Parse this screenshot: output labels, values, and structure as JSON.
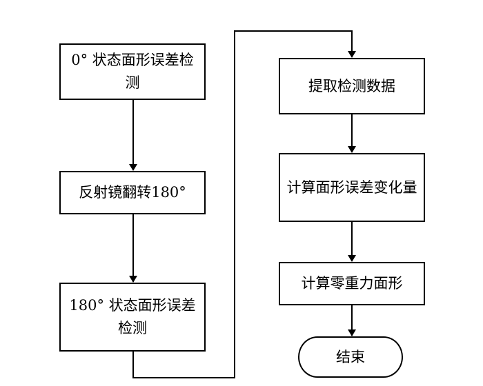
{
  "diagram": {
    "nodes": [
      {
        "id": "step-1",
        "text": "0° 状态面形误差检测",
        "shape": "rectangle"
      },
      {
        "id": "step-2",
        "text": "反射镜翻转180°",
        "shape": "rectangle"
      },
      {
        "id": "step-3",
        "text": "180° 状态面形误差检测",
        "shape": "rectangle"
      },
      {
        "id": "step-4",
        "text": "提取检测数据",
        "shape": "rectangle"
      },
      {
        "id": "step-5",
        "text": "计算面形误差变化量",
        "shape": "rectangle"
      },
      {
        "id": "step-6",
        "text": "计算零重力面形",
        "shape": "rectangle"
      },
      {
        "id": "step-7",
        "text": "结束",
        "shape": "terminal"
      }
    ],
    "edges": [
      {
        "from": "step-1",
        "to": "step-2"
      },
      {
        "from": "step-2",
        "to": "step-3"
      },
      {
        "from": "step-3",
        "to": "step-4"
      },
      {
        "from": "step-4",
        "to": "step-5"
      },
      {
        "from": "step-5",
        "to": "step-6"
      },
      {
        "from": "step-6",
        "to": "step-7"
      }
    ],
    "colors": {
      "stroke": "#000000",
      "background": "#ffffff"
    }
  }
}
